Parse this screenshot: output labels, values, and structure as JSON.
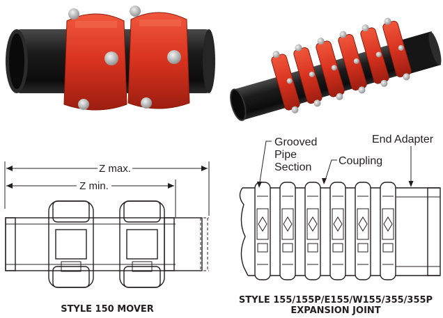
{
  "labels": {
    "z_max": "Z max.",
    "z_min": "Z min.",
    "grooved_pipe_section_line1": "Grooved",
    "grooved_pipe_section_line2": "Pipe",
    "grooved_pipe_section_line3": "Section",
    "coupling": "Coupling",
    "end_adapter": "End Adapter"
  },
  "captions": {
    "left": "STYLE 150 MOVER",
    "right_line1": "STYLE 155/155P/E155/W155/355/355P",
    "right_line2": "EXPANSION JOINT"
  },
  "colors": {
    "coupling_red": "#d8321f",
    "pipe_black": "#1a1a1a",
    "line": "#231f20"
  }
}
